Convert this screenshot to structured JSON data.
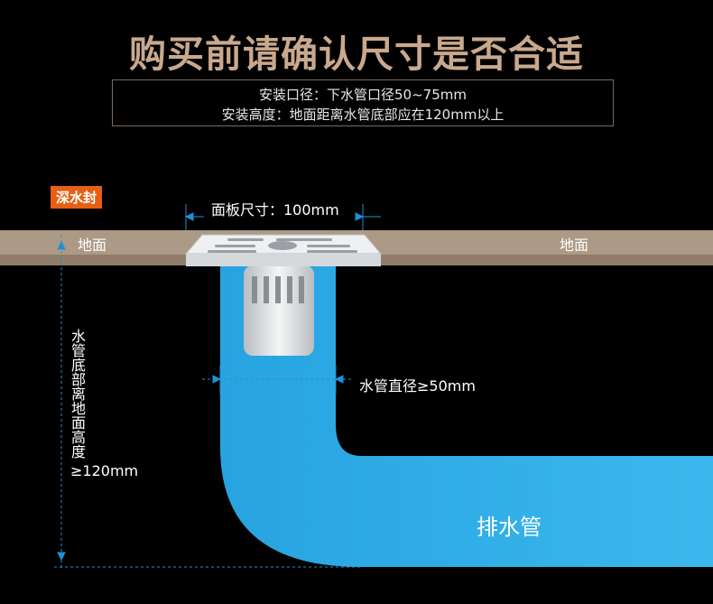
{
  "title": "购买前请确认尺寸是否合适",
  "info": {
    "line1": "安装口径：下水管口径50~75mm",
    "line2": "安装高度：地面距离水管底部应在120mm以上"
  },
  "badge": "深水封",
  "floor_labels": {
    "left": "地面",
    "right": "地面"
  },
  "panel_size_label": "面板尺寸：100mm",
  "pipe_diameter_label": "水管直径≥50mm",
  "height_label": "水管底部离地面高度",
  "height_value": "≥120mm",
  "pipe_label": "排水管",
  "colors": {
    "title": "#c9a98d",
    "badge": "#e85f14",
    "floor": "#ac9a86",
    "pipe": "#2aaee8",
    "dim_line": "#1e90d8"
  }
}
